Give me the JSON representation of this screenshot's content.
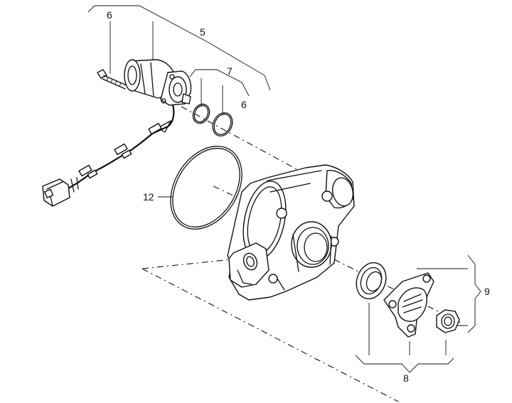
{
  "labels": {
    "n6_top": "6",
    "n5": "5",
    "n7": "7",
    "n6_mid": "6",
    "n12": "12",
    "n9": "9",
    "n8": "8"
  }
}
